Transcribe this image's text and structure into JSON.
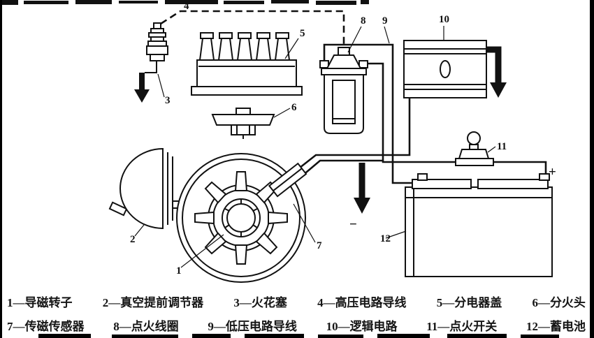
{
  "colors": {
    "ink": "#111111",
    "paper": "#ffffff",
    "artifact": "#000000"
  },
  "diagram": {
    "labels": {
      "n1": "1",
      "n2": "2",
      "n3": "3",
      "n4": "4",
      "n5": "5",
      "n6": "6",
      "n7": "7",
      "n8": "8",
      "n9": "9",
      "n10": "10",
      "n11": "11",
      "n12": "12",
      "plus": "+",
      "minus": "−"
    }
  },
  "legend": {
    "row1": [
      "1—导磁转子",
      "2—真空提前调节器",
      "3—火花塞",
      "4—高压电路导线",
      "5—分电器盖",
      "6—分火头"
    ],
    "row2": [
      "7—传磁传感器",
      "8—点火线圈",
      "9—低压电路导线",
      "10—逻辑电路",
      "11—点火开关",
      "12—蓄电池"
    ]
  }
}
